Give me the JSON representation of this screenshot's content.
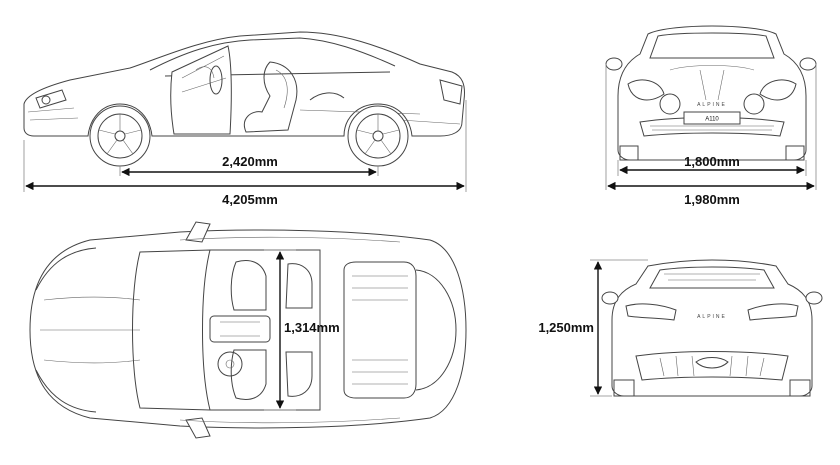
{
  "brand_badge": "ALPINE",
  "plate": "A110",
  "dimensions": {
    "wheelbase": "2,420mm",
    "overall_length": "4,205mm",
    "front_track": "1,800mm",
    "overall_width": "1,980mm",
    "interior_width": "1,314mm",
    "height": "1,250mm"
  }
}
